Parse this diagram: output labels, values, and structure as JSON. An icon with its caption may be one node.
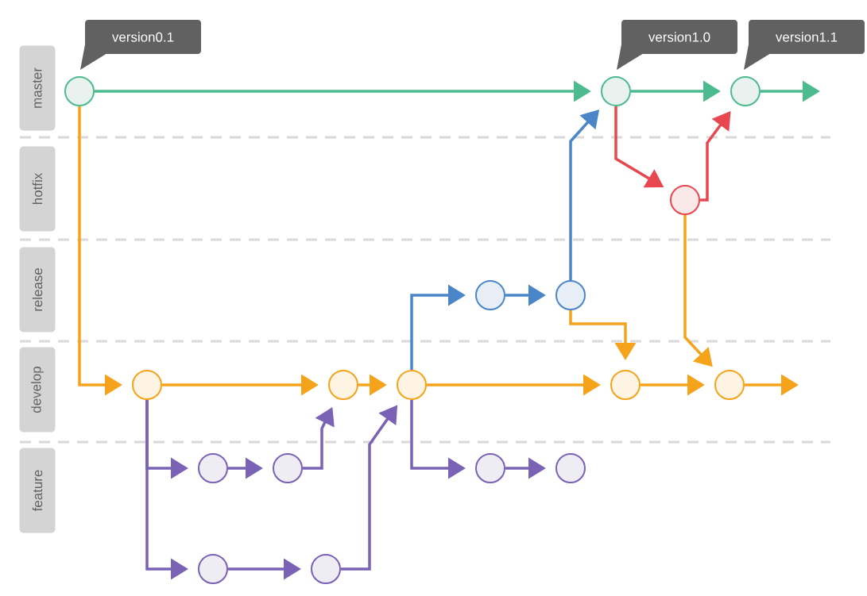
{
  "diagram": {
    "nodes": [
      {
        "text": [
          "master"
        ]
      },
      {
        "text": [
          "hotfix"
        ]
      },
      {
        "text": [
          "release"
        ]
      },
      {
        "text": [
          "develop"
        ]
      },
      {
        "text": [
          "feature"
        ]
      },
      {
        "text": [
          "version0.1"
        ]
      },
      {
        "text": [
          "version1.0"
        ]
      },
      {
        "text": [
          "version1.1"
        ]
      },
      {
        "text": [],
        "shape": "circle"
      },
      {
        "text": [],
        "shape": "circle"
      },
      {
        "text": [],
        "shape": "circle"
      },
      {
        "text": [],
        "shape": "circle"
      },
      {
        "text": [],
        "shape": "circle"
      },
      {
        "text": [],
        "shape": "circle"
      },
      {
        "text": [],
        "shape": "circle"
      },
      {
        "text": [],
        "shape": "circle"
      },
      {
        "text": [],
        "shape": "circle"
      },
      {
        "text": [],
        "shape": "circle"
      },
      {
        "text": [],
        "shape": "circle"
      },
      {
        "text": [],
        "shape": "circle"
      },
      {
        "text": [],
        "shape": "circle"
      },
      {
        "text": [],
        "shape": "circle"
      },
      {
        "text": [],
        "shape": "circle"
      },
      {
        "text": [],
        "shape": "circle"
      },
      {
        "text": [],
        "shape": "circle"
      }
    ],
    "edges": [
      {
        "from": 8,
        "to": 9,
        "arrow": "to",
        "color": "#4dbb8f"
      },
      {
        "from": 8,
        "to": 14,
        "arrow": "to",
        "color": "#f5a31a"
      },
      {
        "from": 14,
        "to": 15,
        "arrow": "to",
        "color": "#f5a31a"
      },
      {
        "from": 15,
        "to": 16,
        "arrow": "to",
        "color": "#f5a31a"
      },
      {
        "from": 16,
        "to": 17,
        "arrow": "to",
        "color": "#f5a31a"
      },
      {
        "from": 17,
        "to": 18,
        "arrow": "to",
        "color": "#f5a31a"
      },
      {
        "from": 18,
        "to": null,
        "arrow": "to",
        "color": "#f5a31a"
      },
      {
        "from": 9,
        "to": 10,
        "arrow": "to",
        "color": "#4dbb8f"
      },
      {
        "from": 10,
        "to": null,
        "arrow": "to",
        "color": "#4dbb8f"
      },
      {
        "from": 9,
        "to": 11,
        "arrow": "to",
        "color": "#e8474f"
      },
      {
        "from": 11,
        "to": 10,
        "arrow": "to",
        "color": "#e8474f"
      },
      {
        "from": 11,
        "to": 18,
        "arrow": "to",
        "color": "#f5a31a"
      },
      {
        "from": 13,
        "to": 17,
        "arrow": "to",
        "color": "#f5a31a"
      },
      {
        "from": 16,
        "to": 12,
        "arrow": "to",
        "color": "#4a86c8"
      },
      {
        "from": 12,
        "to": 13,
        "arrow": "to",
        "color": "#4a86c8"
      },
      {
        "from": 13,
        "to": 9,
        "arrow": "to",
        "color": "#4a86c8"
      },
      {
        "from": 14,
        "to": 19,
        "arrow": "to",
        "color": "#7a62b5"
      },
      {
        "from": 19,
        "to": 20,
        "arrow": "to",
        "color": "#7a62b5"
      },
      {
        "from": 20,
        "to": 15,
        "arrow": "to",
        "color": "#7a62b5"
      },
      {
        "from": 14,
        "to": 23,
        "arrow": "to",
        "color": "#7a62b5"
      },
      {
        "from": 23,
        "to": 24,
        "arrow": "to",
        "color": "#7a62b5"
      },
      {
        "from": 24,
        "to": 16,
        "arrow": "to",
        "color": "#7a62b5"
      },
      {
        "from": 16,
        "to": 21,
        "arrow": "to",
        "color": "#7a62b5"
      },
      {
        "from": 21,
        "to": 22,
        "arrow": "to",
        "color": "#7a62b5"
      }
    ]
  }
}
